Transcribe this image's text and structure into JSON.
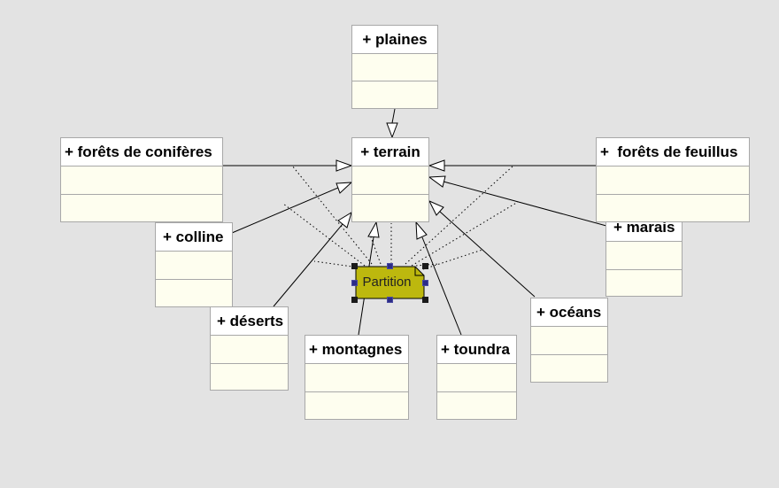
{
  "diagram": {
    "classes": {
      "plaines": "+ plaines",
      "terrain": "+ terrain",
      "forets_coniferes": "+ forêts de conifères",
      "forets_feuillus": "+  forêts de feuillus",
      "colline": "+ colline",
      "marais": "+ marais",
      "deserts": "+ déserts",
      "oceans": "+ océans",
      "montagnes": "+ montagnes",
      "toundra": "+ toundra"
    },
    "note": {
      "label": "Partition"
    },
    "colors": {
      "background": "#e3e3e3",
      "class_fill": "#fefeef",
      "class_border": "#a8a8a8",
      "note_fill": "#bdb80e",
      "line": "#000000"
    }
  }
}
